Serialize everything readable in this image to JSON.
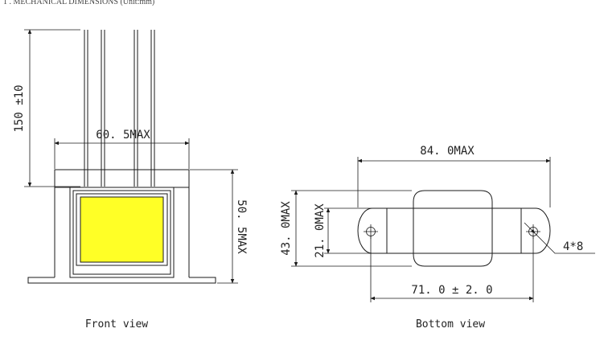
{
  "header": {
    "text": "1 . MECHANICAL DIMENSIONS (Unit:mm)"
  },
  "front_view": {
    "lead_length": "150 ±10",
    "width": "60. 5MAX",
    "height": "50. 5MAX",
    "caption": "Front view",
    "coil_color": "#ffff26"
  },
  "bottom_view": {
    "length": "84. 0MAX",
    "depth": "43. 0MAX",
    "inner_depth": "21. 0MAX",
    "hole_spacing": "71. 0 ± 2. 0",
    "holes": "4*8",
    "caption": "Bottom view"
  }
}
